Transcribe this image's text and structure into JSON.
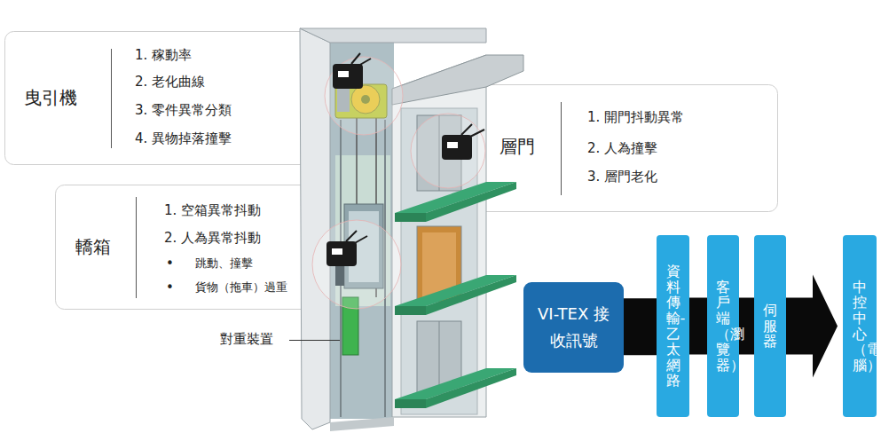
{
  "diagram": {
    "nodes": [
      {
        "text": [
          "曳引機",
          "1. 稼動率",
          "2. 老化曲線",
          "3. 零件異常分類",
          "4. 異物掉落撞擊"
        ]
      },
      {
        "text": [
          "層門",
          "1. 開門抖動異常",
          "2. 人為撞擊",
          "3. 層門老化"
        ]
      },
      {
        "text": [
          "轎箱",
          "1. 空箱異常抖動",
          "2. 人為異常抖動",
          "•",
          "跳動、撞擊",
          "•",
          "貨物（拖車）過重"
        ]
      },
      {
        "text": [
          "VI-TEX 接收訊號"
        ]
      },
      {
        "text": [
          "資料傳輸-乙太網路"
        ]
      },
      {
        "text": [
          "客戶端（瀏覽器）"
        ]
      },
      {
        "text": [
          "伺服器"
        ]
      },
      {
        "text": [
          "中控中心（電腦）"
        ]
      }
    ],
    "edges": [
      {
        "from": 3,
        "to": 4,
        "arrow": "none"
      },
      {
        "from": 4,
        "to": 5,
        "arrow": "none"
      },
      {
        "from": 5,
        "to": 6,
        "arrow": "none"
      },
      {
        "from": 6,
        "to": 7,
        "arrow": "to"
      }
    ],
    "labels": [
      "對重裝置"
    ]
  }
}
